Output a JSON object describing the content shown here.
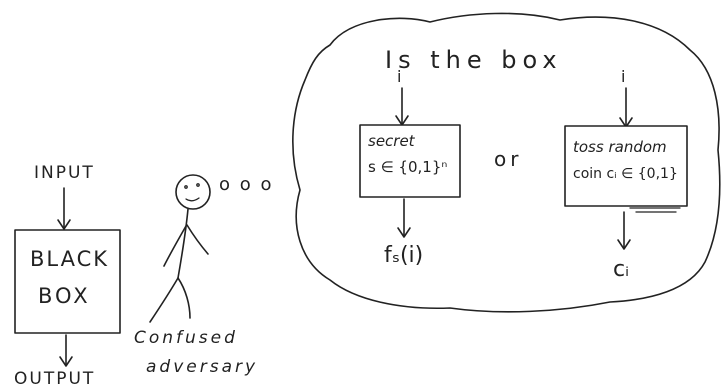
{
  "colors": {
    "ink": "#222222",
    "background": "#ffffff"
  },
  "labels": {
    "input": "INPUT",
    "output": "OUTPUT",
    "black_box_line1": "BLACK",
    "black_box_line2": "BOX",
    "adversary_line1": "Confused",
    "adversary_line2": "adversary",
    "thought_dots": "o o o",
    "question": "Is the box",
    "or": "or",
    "input_i_left": "i",
    "input_i_right": "i",
    "secret_line1": "secret",
    "secret_line2": "s ∈ {0,1}ⁿ",
    "toss_line1": "toss random",
    "toss_line2": "coin cᵢ ∈ {0,1}",
    "output_left": "fₛ(i)",
    "output_right": "cᵢ"
  }
}
